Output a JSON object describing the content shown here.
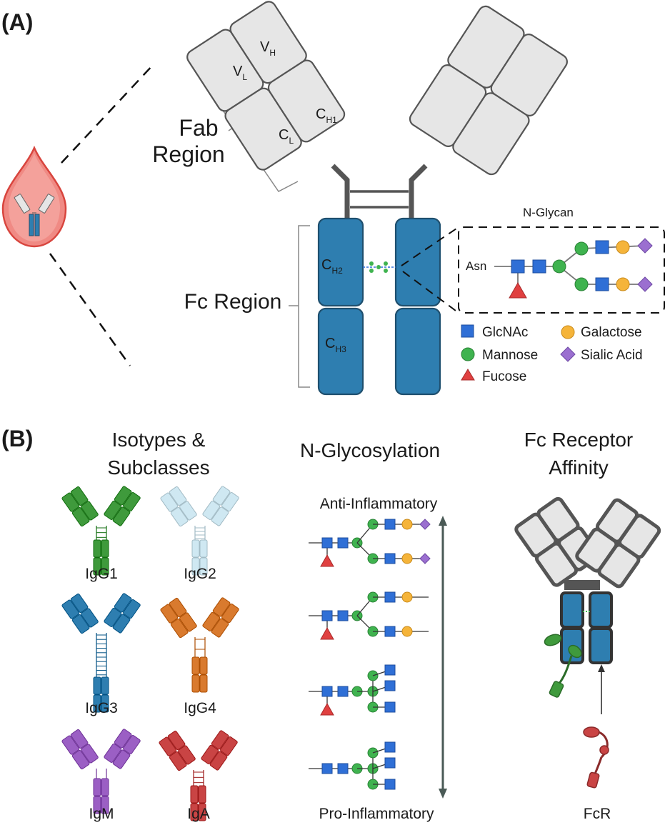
{
  "panels": {
    "a": "(A)",
    "b": "(B)"
  },
  "panel_a": {
    "domains": {
      "vh": "V",
      "vh_sub": "H",
      "vl": "V",
      "vl_sub": "L",
      "ch1": "C",
      "ch1_sub": "H1",
      "cl": "C",
      "cl_sub": "L",
      "ch2": "C",
      "ch2_sub": "H2",
      "ch3": "C",
      "ch3_sub": "H3"
    },
    "fab_line1": "Fab",
    "fab_line2": "Region",
    "fc_label": "Fc Region",
    "nglycan_title": "N-Glycan",
    "asn": "Asn",
    "legend": {
      "glcnac": "GlcNAc",
      "mannose": "Mannose",
      "fucose": "Fucose",
      "galactose": "Galactose",
      "sialic": "Sialic Acid"
    }
  },
  "panel_b": {
    "isotypes_line1": "Isotypes &",
    "isotypes_line2": "Subclasses",
    "glyco_title": "N-Glycosylation",
    "fcr_line1": "Fc Receptor",
    "fcr_line2": "Affinity",
    "isotypes": [
      "IgG1",
      "IgG2",
      "IgG3",
      "IgG4",
      "IgM",
      "IgA"
    ],
    "anti": "Anti-Inflammatory",
    "pro": "Pro-Inflammatory",
    "fcr": "FcR"
  },
  "colors": {
    "glcnac": "#2f6fd6",
    "mannose": "#3fb34f",
    "galactose": "#f5b43a",
    "sialic": "#9b6fd0",
    "fucose": "#e04040",
    "fc_blue": "#2e7eb0",
    "igg1": "#3f9a3c",
    "igg2": "#cfe8f2",
    "igg3": "#2e7eb0",
    "igg4": "#d97a2e",
    "igm": "#9b5fc4",
    "iga": "#c94444",
    "blood": "#e8504a"
  }
}
